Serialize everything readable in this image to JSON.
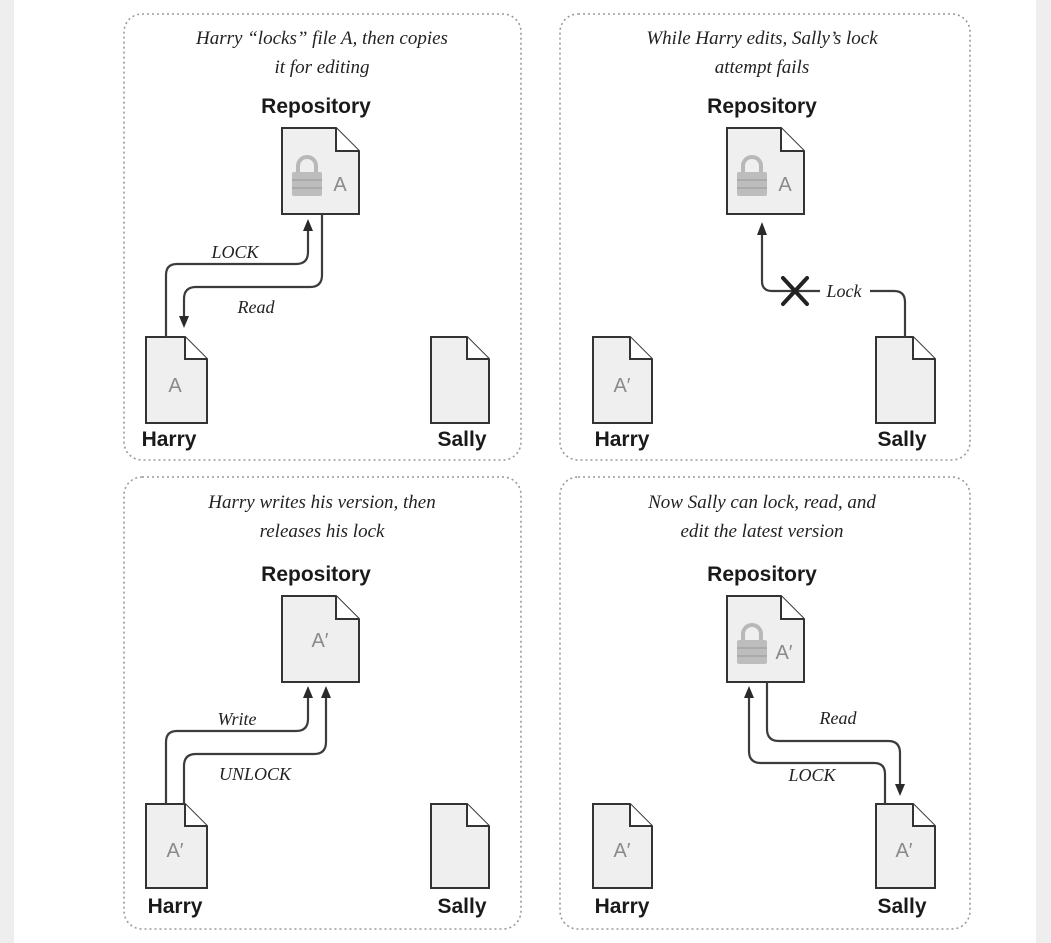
{
  "panels": [
    {
      "caption_lines": [
        "Harry “locks” file A, then copies",
        "it for editing"
      ],
      "repository_label": "Repository",
      "repository_file": "A",
      "repository_locked": true,
      "harry_label": "Harry",
      "harry_file": "A",
      "sally_label": "Sally",
      "sally_file": "",
      "arrows": [
        "LOCK",
        "Read"
      ]
    },
    {
      "caption_lines": [
        "While Harry edits, Sally’s lock",
        "attempt fails"
      ],
      "repository_label": "Repository",
      "repository_file": "A",
      "repository_locked": true,
      "harry_label": "Harry",
      "harry_file": "A′",
      "sally_label": "Sally",
      "sally_file": "",
      "arrows": [
        "Lock"
      ]
    },
    {
      "caption_lines": [
        "Harry writes his version, then",
        "releases his lock"
      ],
      "repository_label": "Repository",
      "repository_file": "A′",
      "repository_locked": false,
      "harry_label": "Harry",
      "harry_file": "A′",
      "sally_label": "Sally",
      "sally_file": "",
      "arrows": [
        "Write",
        "UNLOCK"
      ]
    },
    {
      "caption_lines": [
        "Now Sally can lock, read, and",
        "edit the latest version"
      ],
      "repository_label": "Repository",
      "repository_file": "A′",
      "repository_locked": true,
      "harry_label": "Harry",
      "harry_file": "A′",
      "sally_label": "Sally",
      "sally_file": "A′",
      "arrows": [
        "Read",
        "LOCK"
      ]
    }
  ],
  "colors": {
    "file_fill": "#efefef",
    "lock_gray": "#bdbdbd",
    "ink": "#222222",
    "panel_border": "#9a9a9a"
  }
}
